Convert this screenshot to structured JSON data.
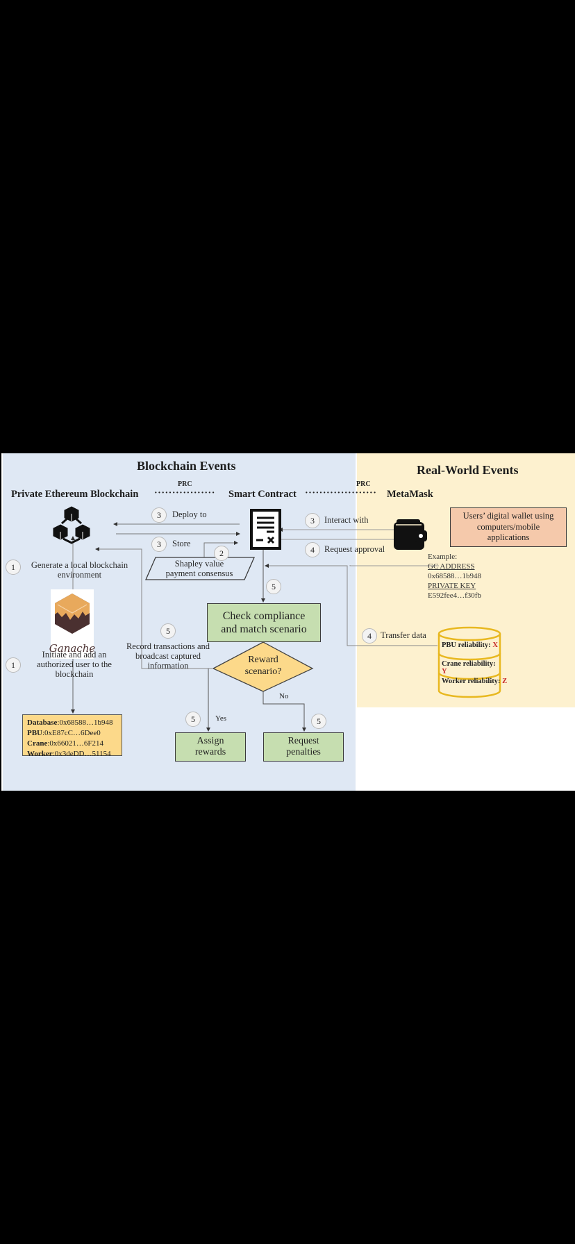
{
  "sections": {
    "blockchain_title": "Blockchain Events",
    "realworld_title": "Real-World Events"
  },
  "components": {
    "private_chain": "Private Ethereum Blockchain",
    "smart_contract": "Smart Contract",
    "metamask": "MetaMask",
    "prc_left": "PRC",
    "prc_right": "PRC",
    "dots_left": "·················",
    "dots_right": "····················"
  },
  "steps": {
    "deploy": {
      "num": "3",
      "label": "Deploy to"
    },
    "store": {
      "num": "3",
      "label": "Store"
    },
    "shapley": {
      "num": "2"
    },
    "interact": {
      "num": "3",
      "label": "Interact with"
    },
    "request_approval": {
      "num": "4",
      "label": "Request approval"
    },
    "generate": {
      "num": "1",
      "label_line1": "Generate a local blockchain",
      "label_line2": "environment"
    },
    "initiate": {
      "num": "1",
      "label_line1": "Initiate and add an",
      "label_line2": "authorized user to the",
      "label_line3": "blockchain"
    },
    "check": {
      "num": "5"
    },
    "record": {
      "num": "5",
      "label_line1": "Record transactions and",
      "label_line2": "broadcast captured",
      "label_line3": "information"
    },
    "transfer": {
      "num": "4",
      "label": "Transfer data"
    },
    "assign": {
      "num": "5"
    },
    "penalty": {
      "num": "5"
    }
  },
  "nodes": {
    "shapley_line1": "Shapley value",
    "shapley_line2": "payment consensus",
    "check_line1": "Check compliance",
    "check_line2": "and match scenario",
    "decision_line1": "Reward",
    "decision_line2": "scenario?",
    "yes": "Yes",
    "no": "No",
    "assign_line1": "Assign",
    "assign_line2": "rewards",
    "penalty_line1": "Request",
    "penalty_line2": "penalties",
    "ganache_label": "Ganache"
  },
  "accounts": [
    {
      "name": "Database",
      "value": ":0x68588…1b948"
    },
    {
      "name": "PBU",
      "value": ":0xE87cC…6Dee0"
    },
    {
      "name": "Crane",
      "value": ":0x66021…6F214"
    },
    {
      "name": "Worker",
      "value": ":0x3deDD…51154"
    }
  ],
  "wallet": {
    "description_line1": "Users’ digital wallet using",
    "description_line2": "computers/mobile",
    "description_line3": "applications",
    "example_label": "Example:",
    "gc_address_label": "GC ADDRESS",
    "gc_address_value": "0x68588…1b948",
    "private_key_label": "PRIVATE KEY",
    "private_key_value": "E592fee4…f30fb"
  },
  "database": {
    "pbu_label": "PBU reliability: ",
    "pbu_value": "X",
    "crane_label": "Crane reliability:",
    "crane_value": "Y",
    "worker_label": "Worker reliability: ",
    "worker_value": "Z"
  },
  "colors": {
    "blockchain_bg": "#dfe8f4",
    "realworld_bg": "#fdf1cf",
    "process_green": "#c6deb0",
    "decision_yellow": "#fcd98a",
    "wallet_box": "#f5c9ab",
    "database_outline": "#e8b820",
    "variable_red": "#c62828"
  }
}
